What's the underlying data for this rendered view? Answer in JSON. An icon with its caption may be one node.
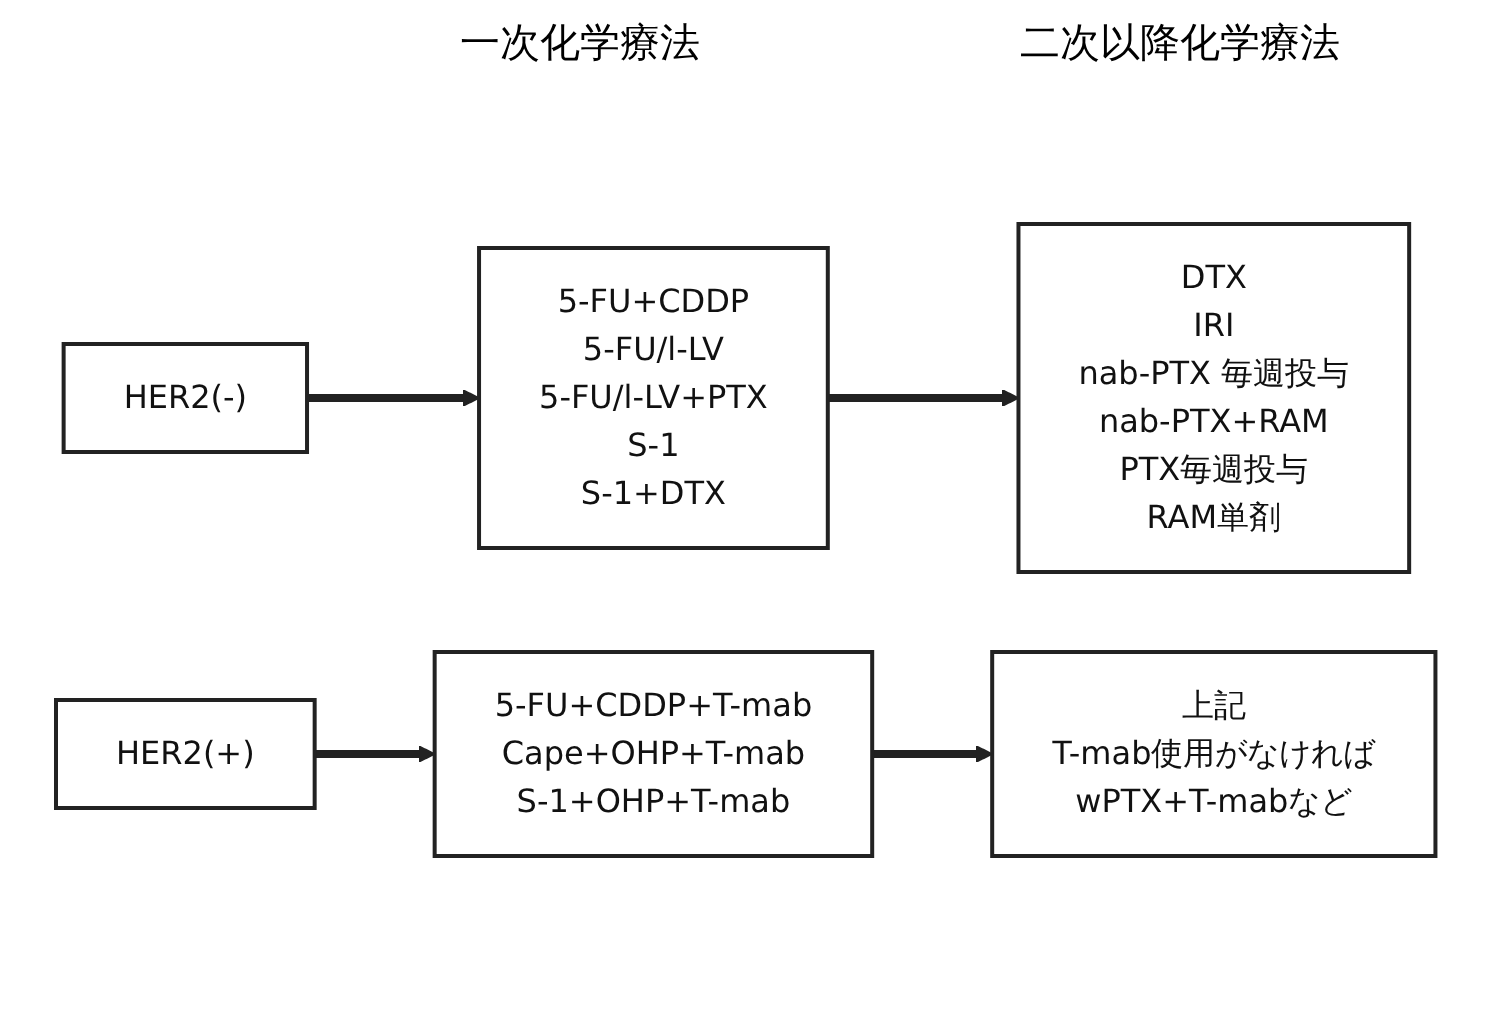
{
  "diagram": {
    "nodes": [
      {
        "text": [
          "HER2(-)"
        ]
      },
      {
        "text": [
          "5-FU+CDDP",
          "5-FU/l-LV",
          "5-FU/l-LV+PTX",
          "S-1",
          "S-1+DTX"
        ]
      },
      {
        "text": [
          "DTX",
          "IRI",
          "nab-PTX 毎週投与",
          "nab-PTX+RAM",
          "PTX毎週投与",
          "RAM単剤"
        ]
      },
      {
        "text": [
          "HER2(+)"
        ]
      },
      {
        "text": [
          "5-FU+CDDP+T-mab",
          "Cape+OHP+T-mab",
          "S-1+OHP+T-mab"
        ]
      },
      {
        "text": [
          "上記",
          "T-mab使用がなければ",
          "wPTX+T-mabなど"
        ]
      }
    ],
    "edges": [
      {
        "from": 0,
        "to": 1,
        "arrow": "to"
      },
      {
        "from": 1,
        "to": 2,
        "arrow": "to"
      },
      {
        "from": 3,
        "to": 4,
        "arrow": "to"
      },
      {
        "from": 4,
        "to": 5,
        "arrow": "to"
      }
    ],
    "labels": [
      "一次化学療法",
      "二次以降化学療法"
    ]
  }
}
